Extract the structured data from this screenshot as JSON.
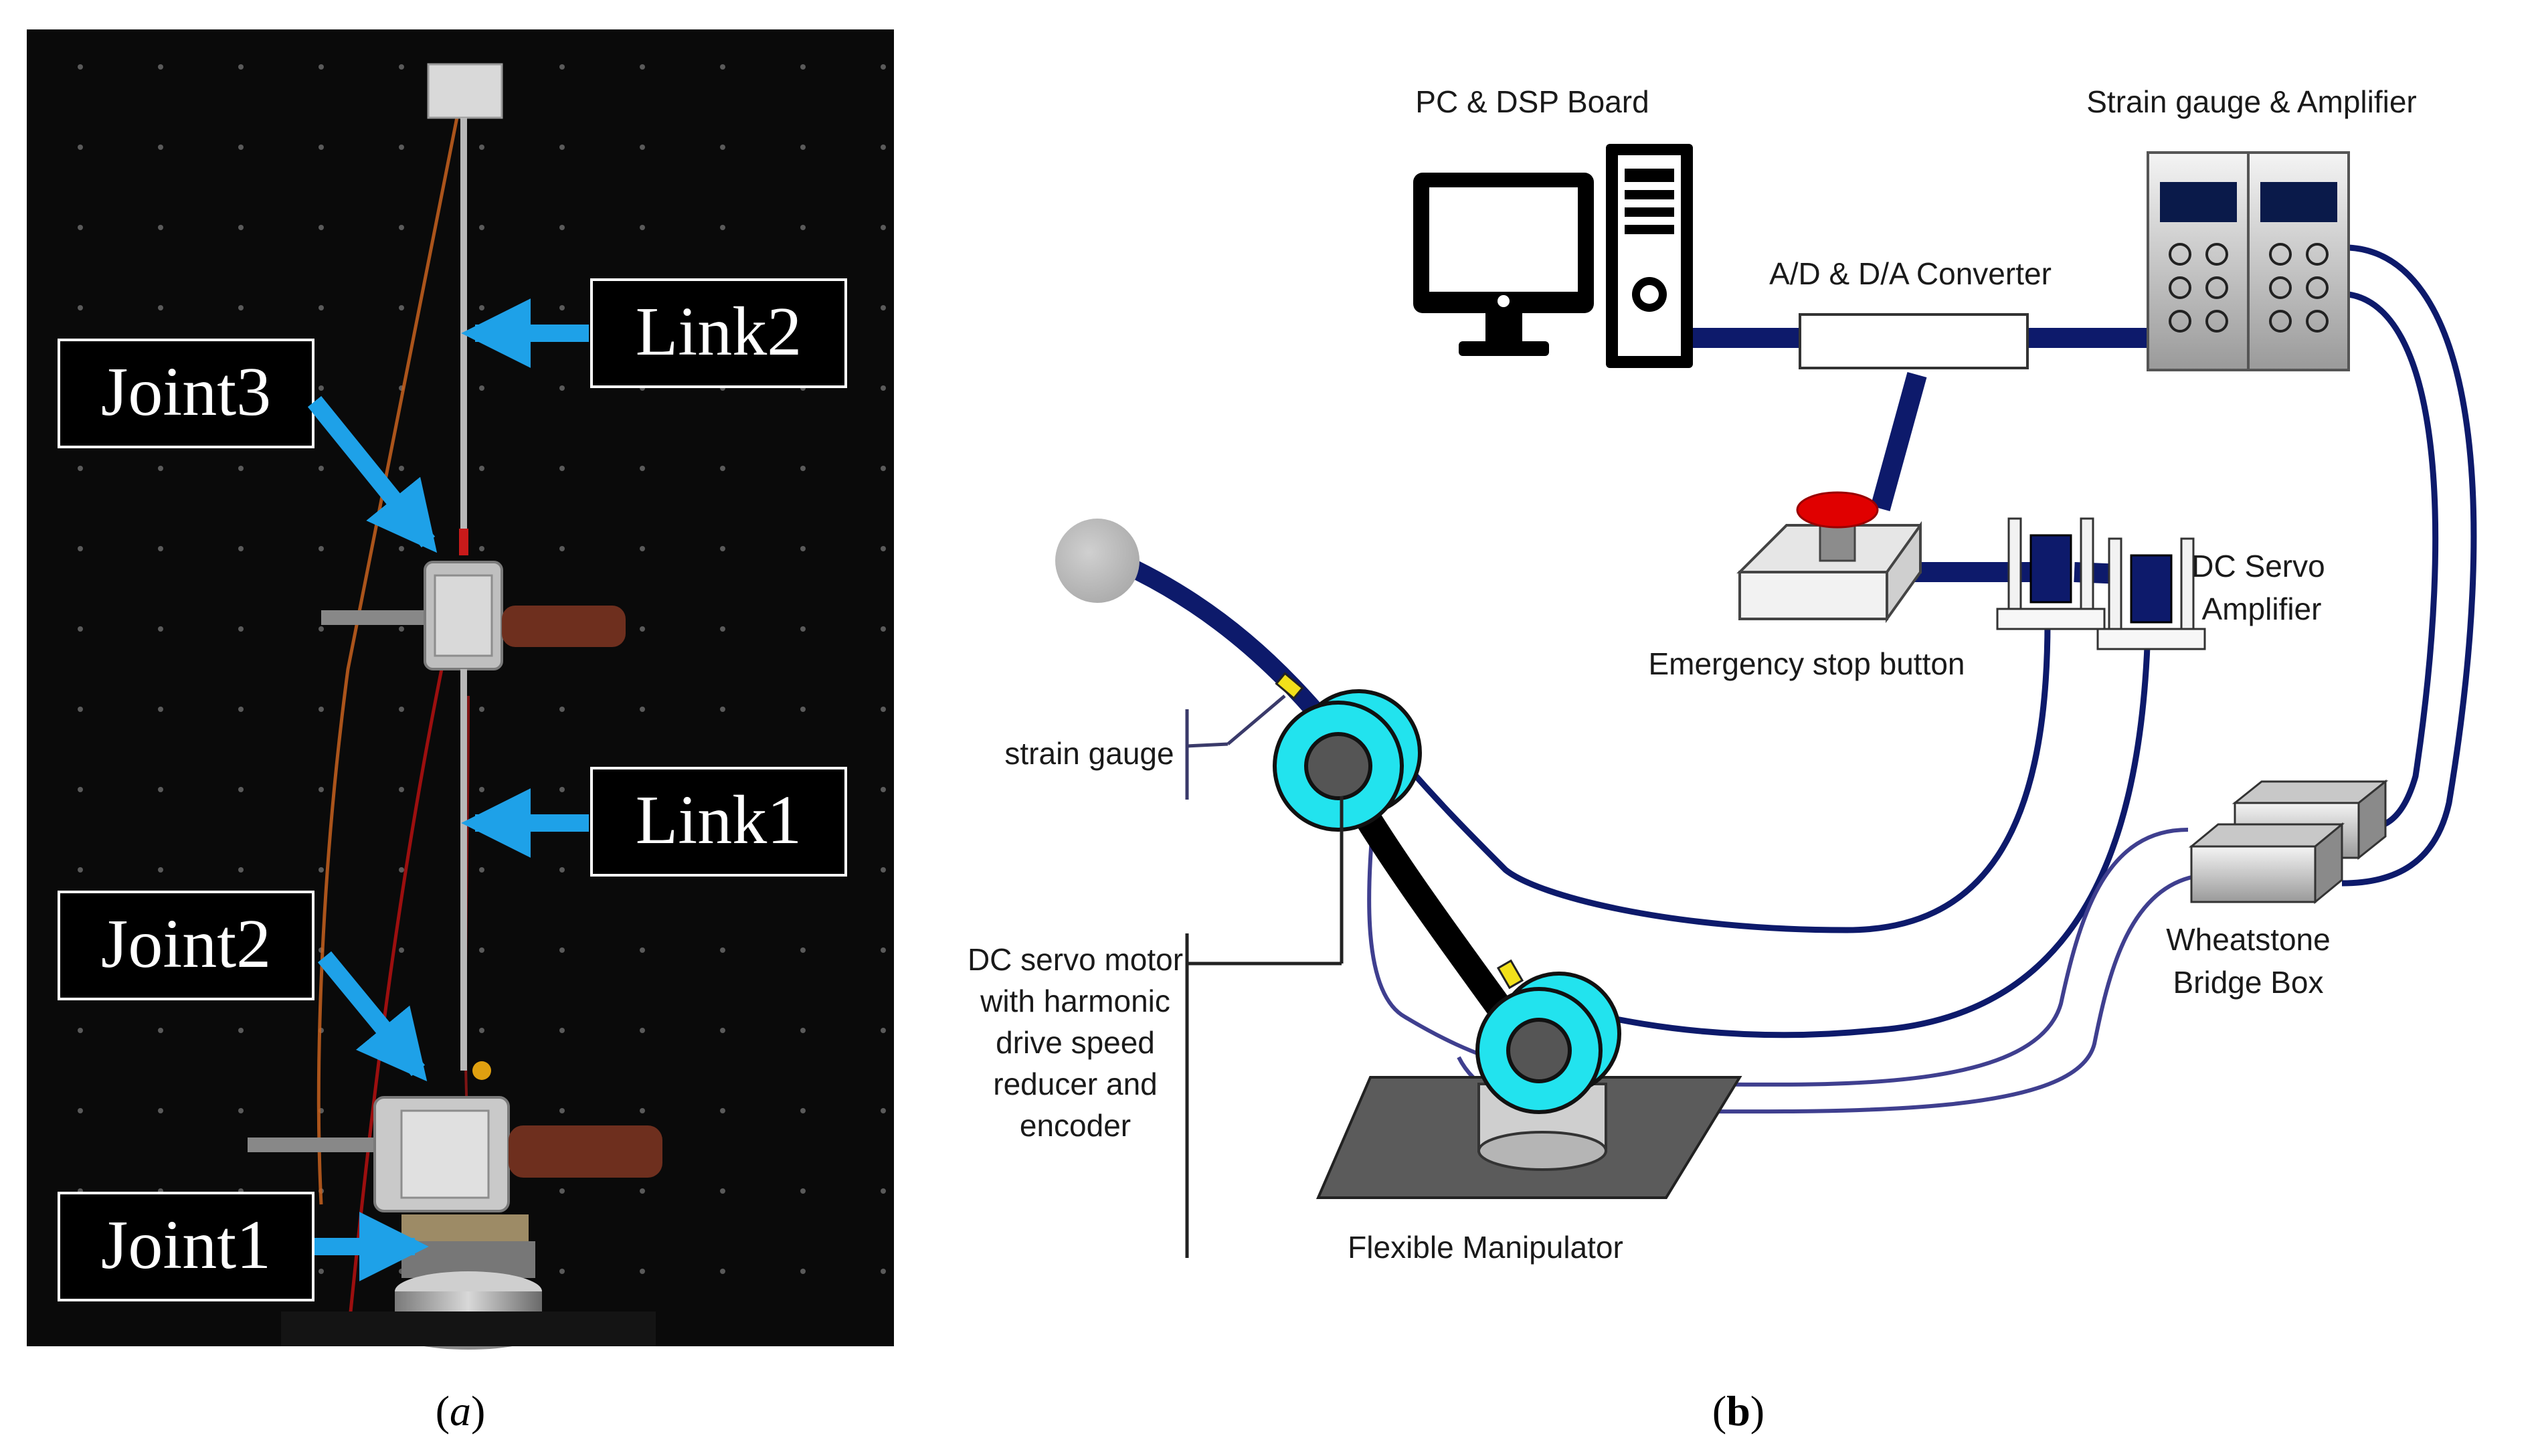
{
  "panel_a": {
    "labels": {
      "joint3": "Joint3",
      "joint2": "Joint2",
      "joint1": "Joint1",
      "link2": "Link2",
      "link1": "Link1"
    },
    "caption_letter": "a"
  },
  "panel_b": {
    "labels": {
      "pc": "PC & DSP Board",
      "strain_amp": "Strain gauge & Amplifier",
      "converter": "A/D & D/A Converter",
      "servo_amp_1": "DC Servo",
      "servo_amp_2": "Amplifier",
      "emergency": "Emergency stop button",
      "strain_gauge": "strain gauge",
      "motor_1": "DC servo motor",
      "motor_2": "with harmonic",
      "motor_3": "drive speed",
      "motor_4": "reducer and",
      "motor_5": "encoder",
      "wheatstone_1": "Wheatstone",
      "wheatstone_2": "Bridge Box",
      "manipulator": "Flexible Manipulator"
    },
    "caption_letter": "b"
  },
  "colors": {
    "cable": "#0d1a6b",
    "arrow": "#1ea1e8",
    "cyan": "#22e3ee",
    "photo_bg": "#0a0a0a"
  }
}
